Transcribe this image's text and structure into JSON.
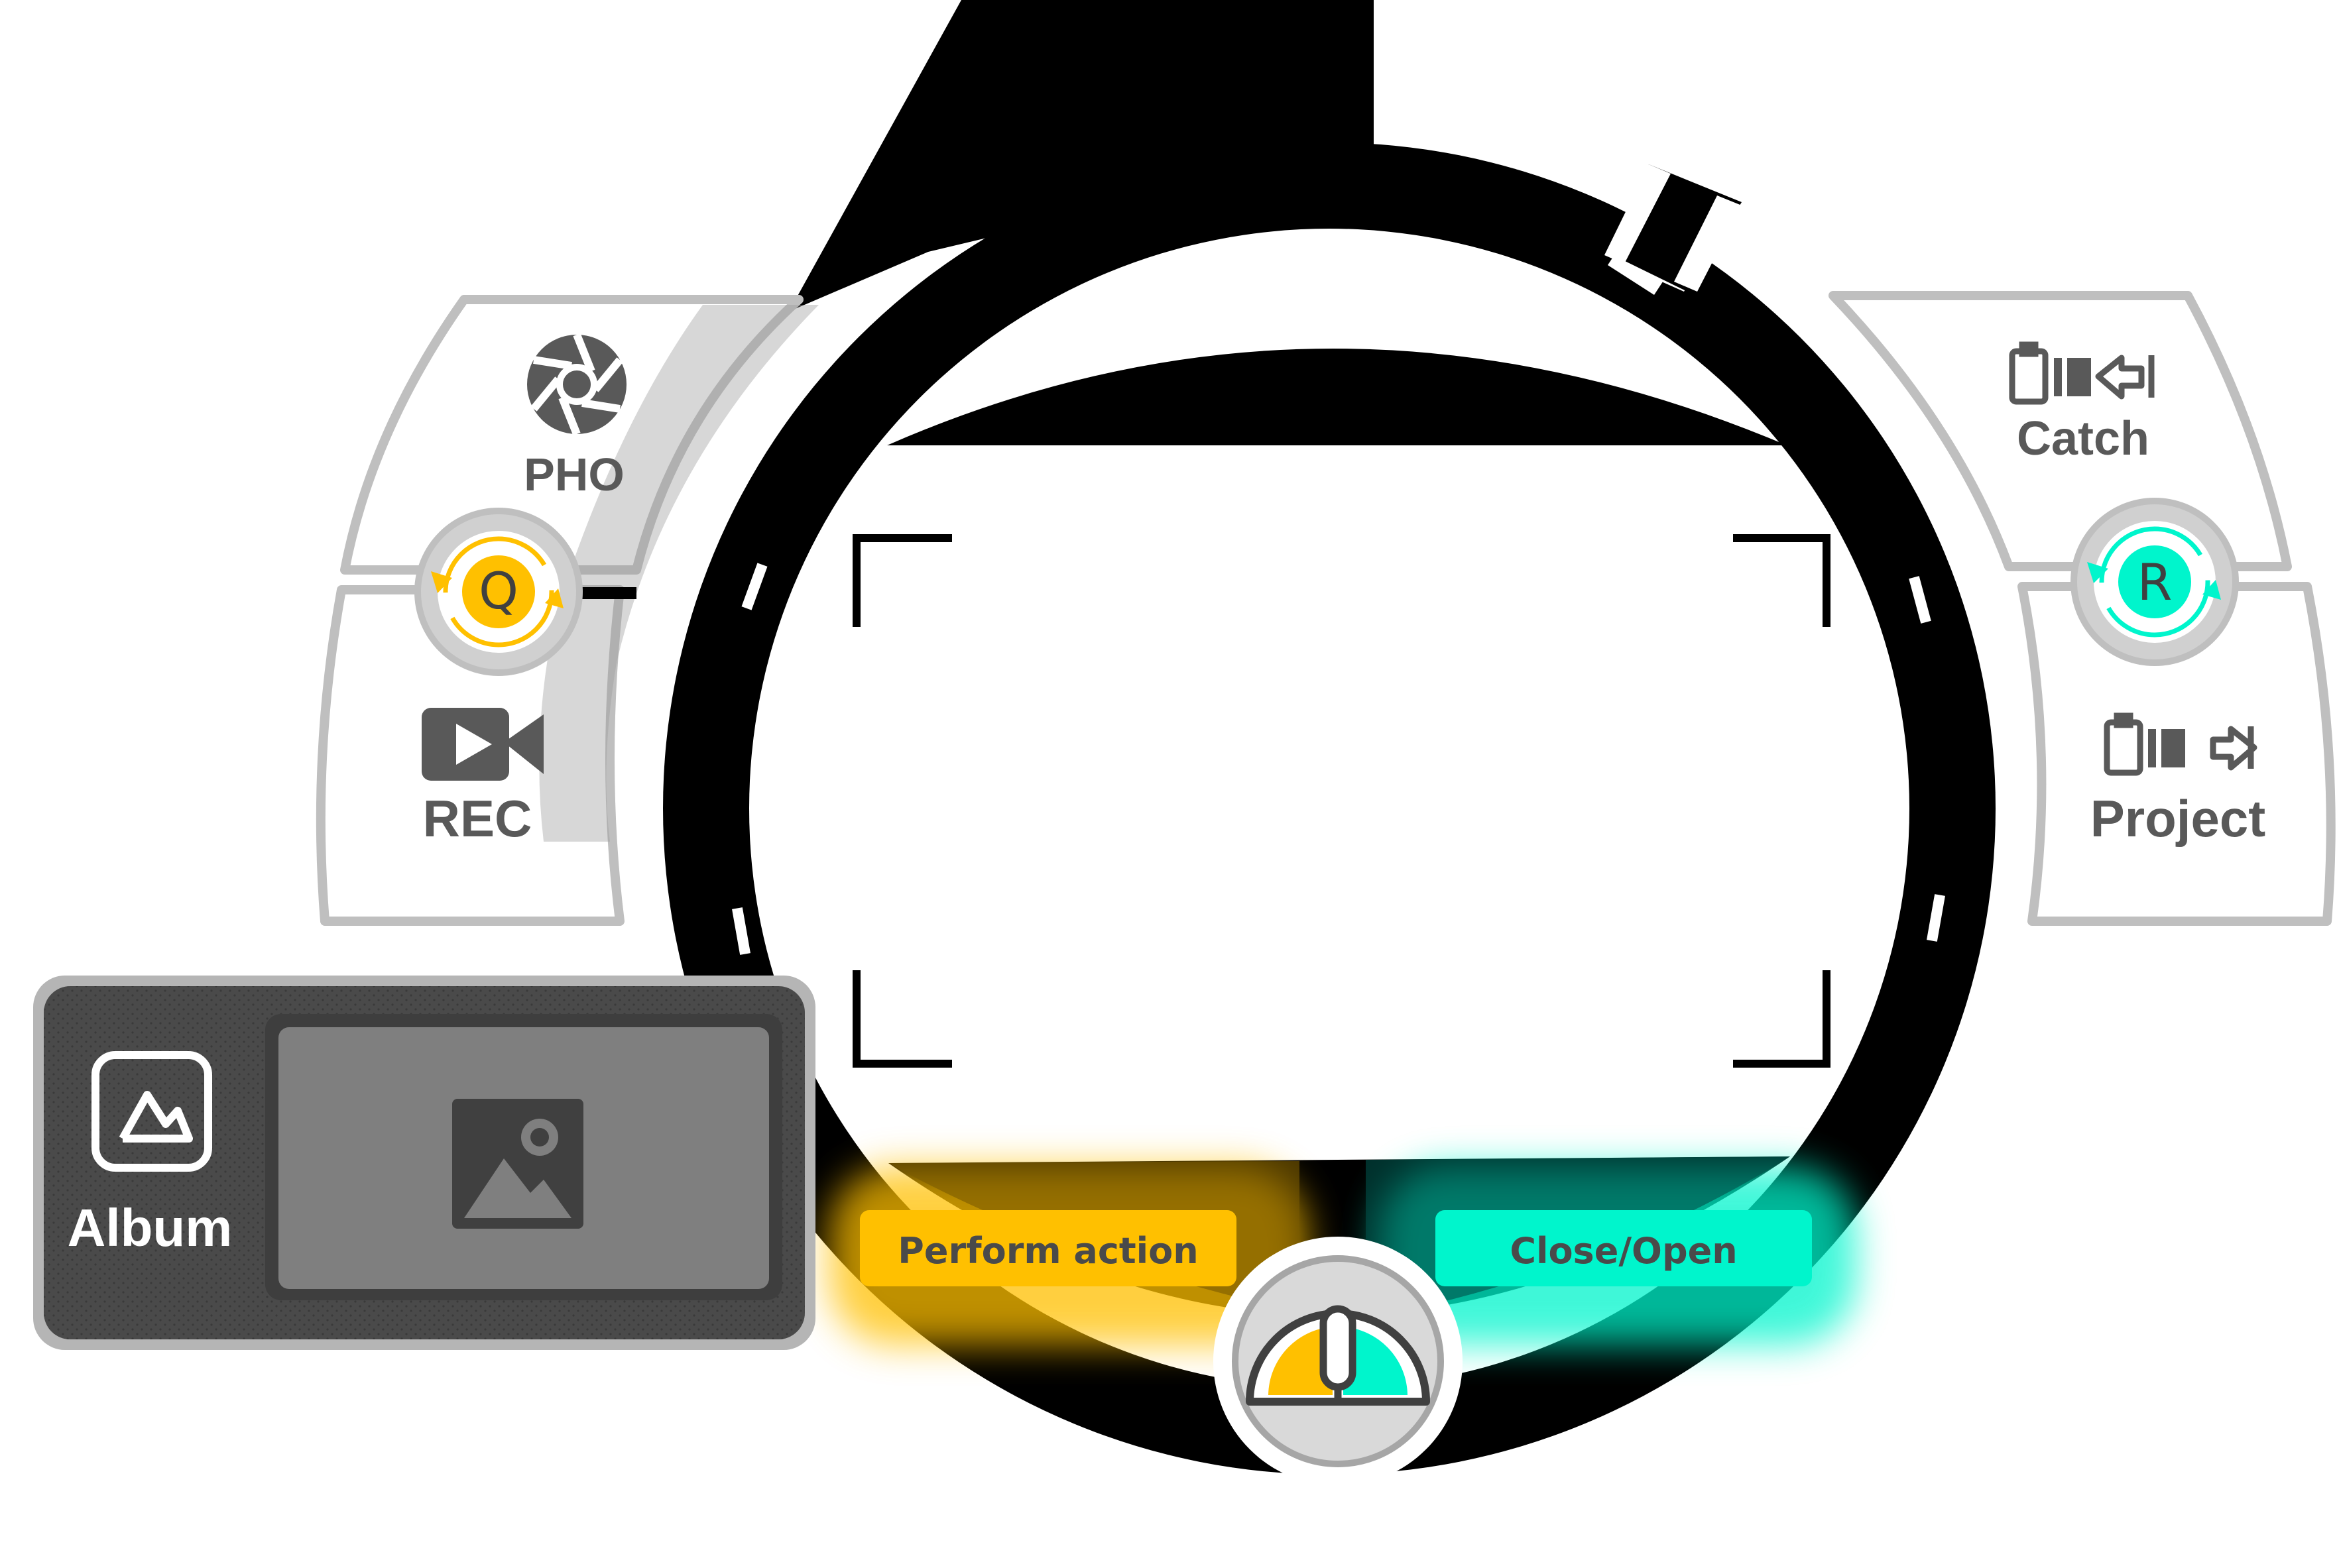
{
  "left_menu": {
    "photo_label": "PHO",
    "record_label": "REC",
    "toggle_key": "Q"
  },
  "right_menu": {
    "catch_label": "Catch",
    "project_label": "Project",
    "toggle_key": "R"
  },
  "album": {
    "label": "Album"
  },
  "controls": {
    "perform_action_label": "Perform action",
    "close_open_label": "Close/Open"
  },
  "colors": {
    "accent_yellow": "#FFC000",
    "accent_teal": "#00F5CC",
    "ring": "#000000",
    "panel_gray": "#E8E8E8",
    "icon_gray": "#595959",
    "album_bg": "#4A4A4A"
  }
}
